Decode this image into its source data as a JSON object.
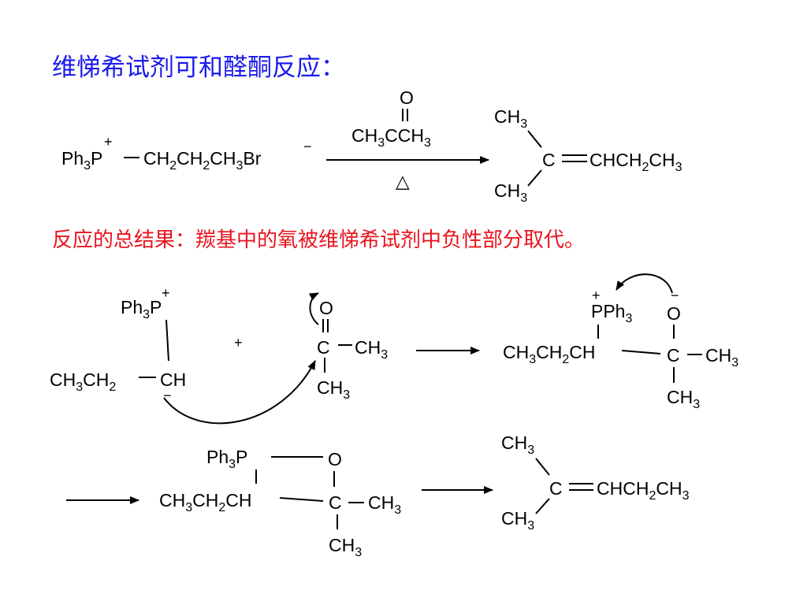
{
  "heading": "维悌希试剂可和醛酮反应：",
  "summary": "反应的总结果：羰基中的氧被维悌希试剂中负性部分取代。",
  "reaction1": {
    "wittig_salt": {
      "ph": "Ph",
      "three": "3",
      "p": "P",
      "chain": [
        "CH",
        "2",
        "CH",
        "2",
        "CH",
        "3"
      ],
      "br": "Br"
    },
    "reagent": {
      "o": "O",
      "formula": [
        "CH",
        "3",
        "CCH",
        "3"
      ]
    },
    "heat": "△",
    "product": {
      "ch3_top": [
        "CH",
        "3"
      ],
      "c": "C",
      "rest": [
        "CHCH",
        "2",
        "CH",
        "3"
      ],
      "ch3_bot": [
        "CH",
        "3"
      ]
    }
  },
  "mechanism": {
    "ylide": {
      "ph3p": [
        "Ph",
        "3",
        "P"
      ],
      "ethyl": [
        "CH",
        "3",
        "CH",
        "2"
      ],
      "ch": "CH"
    },
    "plus": "+",
    "ketone": {
      "o": "O",
      "c": "C",
      "ch3_right": [
        "CH",
        "3"
      ],
      "ch3_bot": [
        "CH",
        "3"
      ]
    },
    "betaine": {
      "pph3": [
        "P",
        "Ph",
        "3"
      ],
      "ethyl": [
        "CH",
        "3",
        "CH",
        "2",
        "CH"
      ],
      "o": "O",
      "c": "C",
      "ch3_right": [
        "CH",
        "3"
      ],
      "ch3_bot": [
        "CH",
        "3"
      ]
    },
    "oxaphosphetane": {
      "ph3p": [
        "Ph",
        "3",
        "P"
      ],
      "o": "O",
      "ethyl": [
        "CH",
        "3",
        "CH",
        "2",
        "CH"
      ],
      "c": "C",
      "ch3_right": [
        "CH",
        "3"
      ],
      "ch3_bot": [
        "CH",
        "3"
      ]
    },
    "alkene": {
      "ch3_top": [
        "CH",
        "3"
      ],
      "c": "C",
      "rest": [
        "CHCH",
        "2",
        "CH",
        "3"
      ],
      "ch3_bot": [
        "CH",
        "3"
      ]
    }
  },
  "signs": {
    "plus": "+",
    "minus": "−"
  }
}
